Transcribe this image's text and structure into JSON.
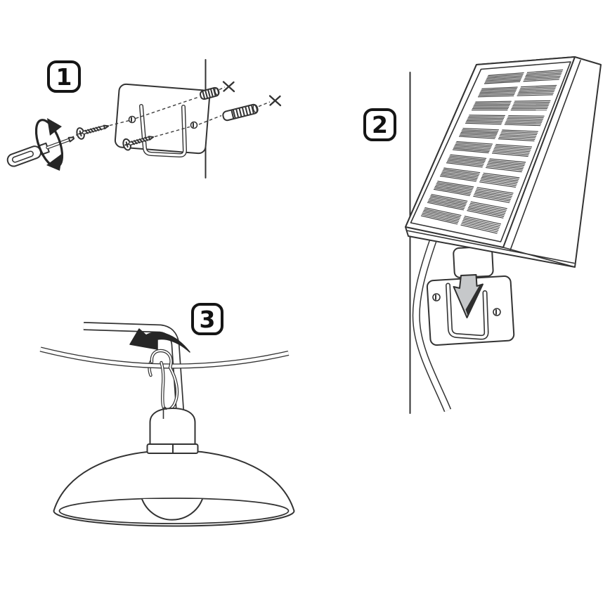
{
  "steps": [
    {
      "id": 1,
      "label": "1"
    },
    {
      "id": 2,
      "label": "2"
    },
    {
      "id": 3,
      "label": "3"
    }
  ],
  "colors": {
    "line": "#333333",
    "dark_fill": "#262626",
    "slide_arrow_fill": "#c6c8ca",
    "background": "#ffffff"
  },
  "solar_panel": {
    "rows": 11,
    "cols": 2,
    "hatch_lines_per_cell": 7
  }
}
